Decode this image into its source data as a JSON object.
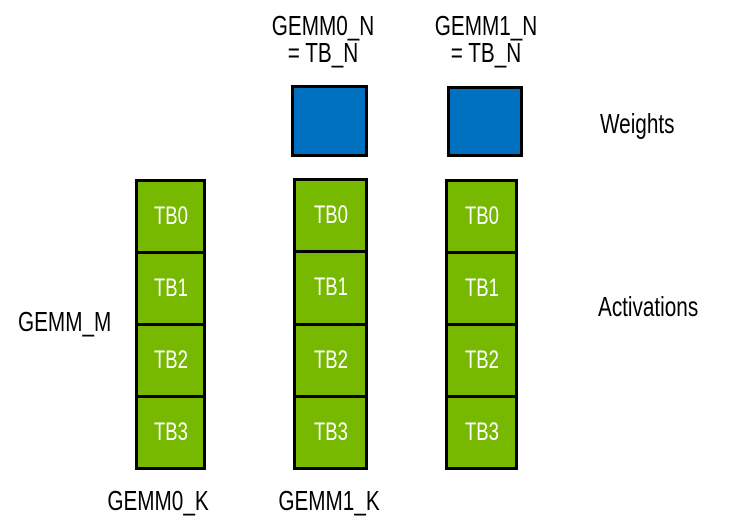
{
  "labels": {
    "top": [
      "GEMM0_N\n= TB_N",
      "GEMM1_N\n= TB_N"
    ],
    "weights": "Weights",
    "activations": "Activations",
    "gemm_m": "GEMM_M",
    "bottom": [
      "GEMM0_K",
      "GEMM1_K"
    ]
  },
  "columns": [
    {
      "cells": [
        "TB0",
        "TB1",
        "TB2",
        "TB3"
      ]
    },
    {
      "cells": [
        "TB0",
        "TB1",
        "TB2",
        "TB3"
      ]
    },
    {
      "cells": [
        "TB0",
        "TB1",
        "TB2",
        "TB3"
      ]
    }
  ],
  "colors": {
    "activation_green": "#76B900",
    "weight_blue": "#0070C0",
    "outline_black": "#000000",
    "tb_text_white": "#FFFFFF",
    "label_text_black": "#000000"
  }
}
